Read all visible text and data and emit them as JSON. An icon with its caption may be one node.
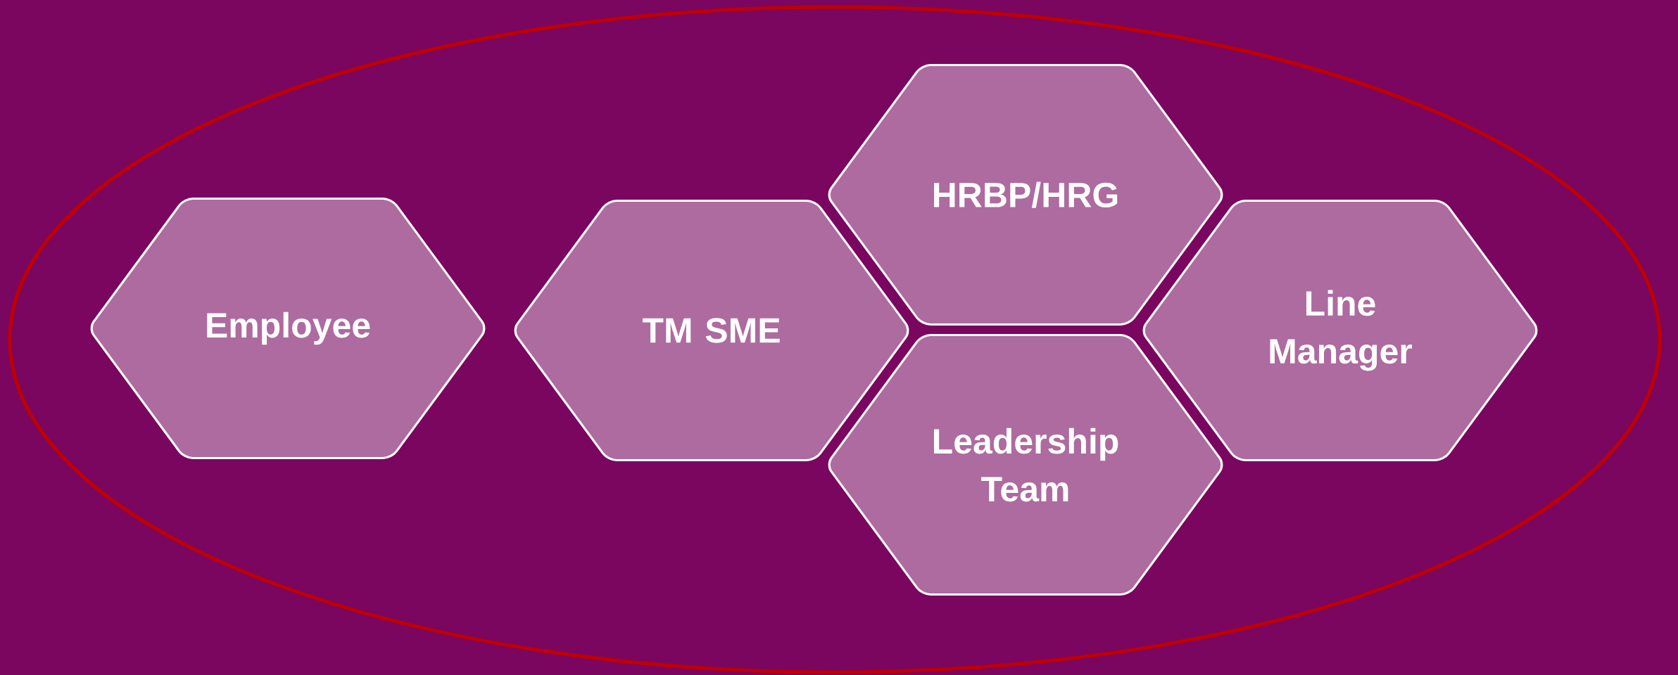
{
  "diagram": {
    "nodes": [
      {
        "text": [],
        "shape": "ellipse"
      },
      {
        "text": [
          "Employee"
        ],
        "in": 0
      },
      {
        "text": [
          "TM SME"
        ],
        "in": 0
      },
      {
        "text": [
          "HRBP/HRG"
        ],
        "in": 0
      },
      {
        "text": [
          "Leadership Team"
        ],
        "in": 0
      },
      {
        "text": [
          "Line Manager"
        ],
        "in": 0
      }
    ]
  }
}
